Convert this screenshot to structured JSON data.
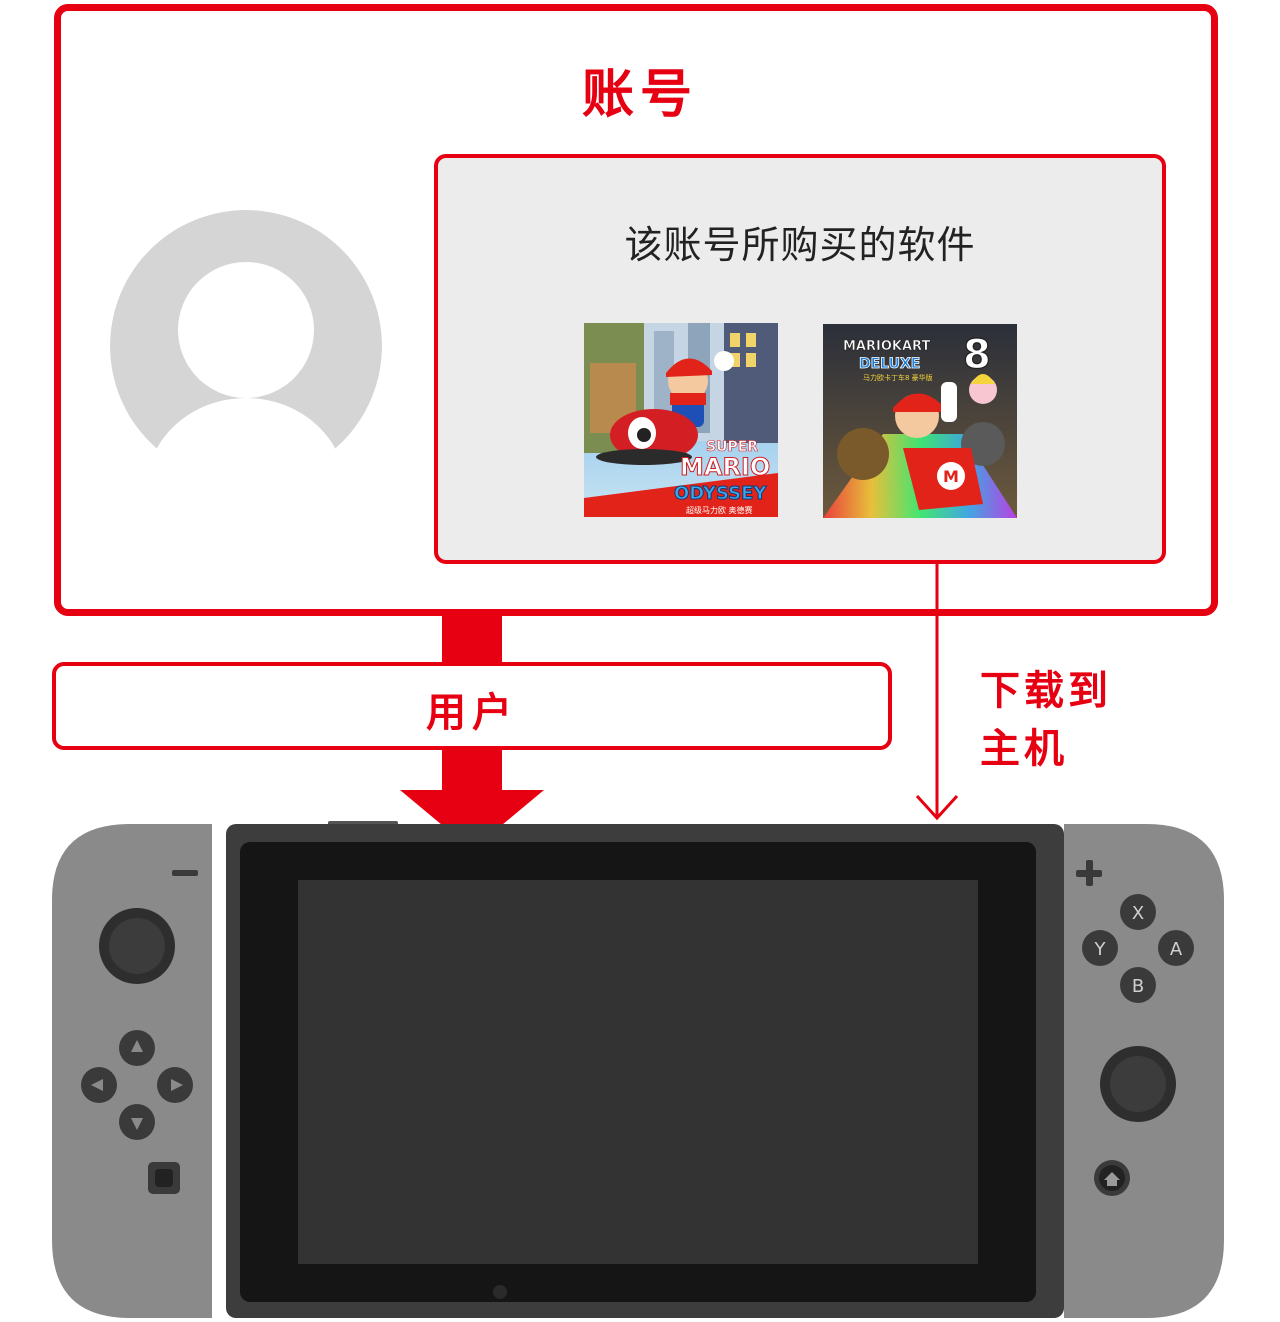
{
  "account": {
    "title": "账号"
  },
  "software": {
    "title": "该账号所购买的软件",
    "games": [
      {
        "title_line1": "SUPER",
        "title_line2": "MARIO",
        "title_line3": "ODYSSEY",
        "subtitle": "超级马力欧 奥德赛"
      },
      {
        "title_line1": "MARIOKART",
        "title_line2": "DELUXE",
        "number": "8",
        "subtitle": "马力欧卡丁车8 豪华版"
      }
    ]
  },
  "user": {
    "label": "用户"
  },
  "download": {
    "line1": "下载到",
    "line2": "主机"
  },
  "console": {
    "buttons": {
      "x": "X",
      "y": "Y",
      "a": "A",
      "b": "B"
    }
  },
  "colors": {
    "accent": "#e60012",
    "joycon": "#8a8a8a",
    "screen": "#333333",
    "panel_bg": "#ececec"
  }
}
